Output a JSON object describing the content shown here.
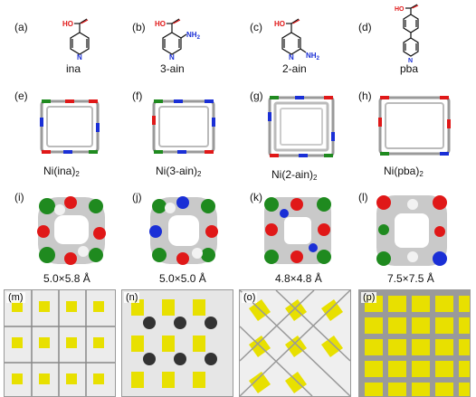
{
  "panels": {
    "a": {
      "letter": "(a)",
      "caption": "ina",
      "chem": {
        "acid": "HO",
        "ring_n": "N"
      }
    },
    "b": {
      "letter": "(b)",
      "caption": "3-ain",
      "chem": {
        "acid": "HO",
        "ring_n": "N",
        "amine": "NH",
        "amine_sub": "2"
      }
    },
    "c": {
      "letter": "(c)",
      "caption": "2-ain",
      "chem": {
        "acid": "HO",
        "ring_n": "N",
        "amine": "NH",
        "amine_sub": "2"
      }
    },
    "d": {
      "letter": "(d)",
      "caption": "pba",
      "chem": {
        "acid": "HO",
        "ring_n": "N"
      }
    },
    "e": {
      "letter": "(e)",
      "caption_main": "Ni(ina)",
      "caption_sub": "2"
    },
    "f": {
      "letter": "(f)",
      "caption_main": "Ni(3-ain)",
      "caption_sub": "2"
    },
    "g": {
      "letter": "(g)",
      "caption_main": "Ni(2-ain)",
      "caption_sub": "2"
    },
    "h": {
      "letter": "(h)",
      "caption_main": "Ni(pba)",
      "caption_sub": "2"
    },
    "i": {
      "letter": "(i)",
      "caption": "5.0×5.8 Å"
    },
    "j": {
      "letter": "(j)",
      "caption": "5.0×5.0 Å"
    },
    "k": {
      "letter": "(k)",
      "caption": "4.8×4.8 Å"
    },
    "l": {
      "letter": "(l)",
      "caption": "7.5×7.5 Å"
    },
    "m": {
      "letter": "(m)"
    },
    "n": {
      "letter": "(n)"
    },
    "o": {
      "letter": "(o)"
    },
    "p": {
      "letter": "(p)"
    }
  },
  "colors": {
    "oxygen": "#e01818",
    "nitrogen": "#1a2fd6",
    "nickel": "#1f8a1f",
    "carbon": "#9a9a9a",
    "hydrogen": "#f2f2f2",
    "channel_wall": "#e8e000",
    "frame": "#cfcfcf"
  }
}
